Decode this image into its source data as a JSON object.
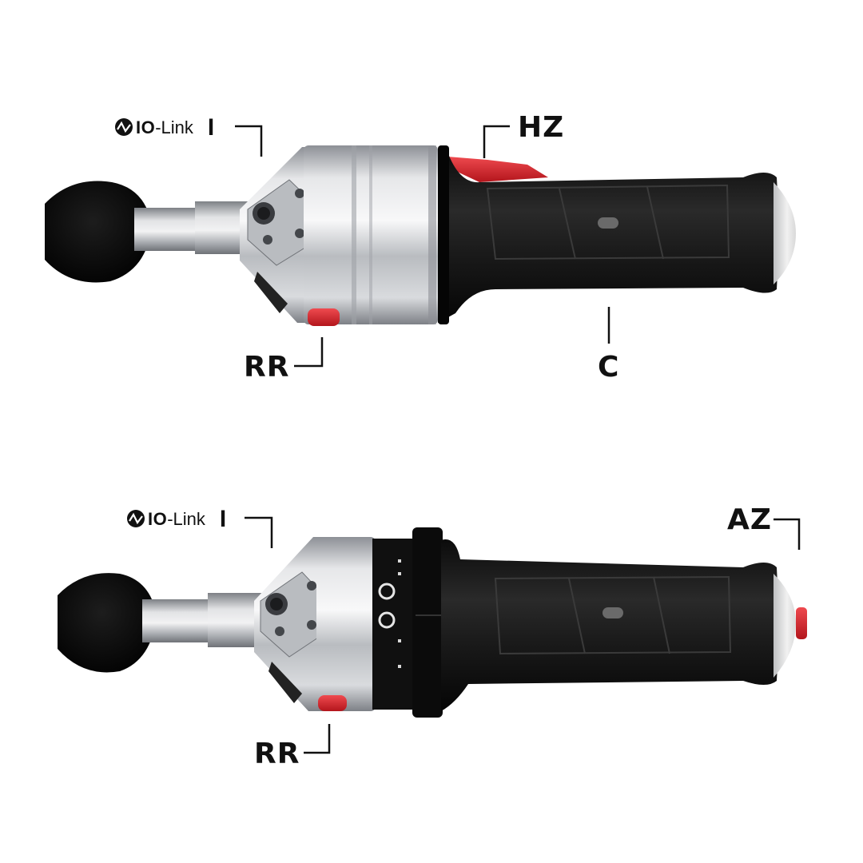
{
  "top_device": {
    "io_link": {
      "prefix": "IO",
      "suffix": "-Link",
      "tag": "I"
    },
    "callouts": {
      "hz": "HZ",
      "rr": "RR",
      "c": "C"
    }
  },
  "bottom_device": {
    "io_link": {
      "prefix": "IO",
      "suffix": "-Link",
      "tag": "I"
    },
    "callouts": {
      "az": "AZ",
      "rr": "RR"
    }
  },
  "colors": {
    "background": "#ffffff",
    "grip_black": "#141414",
    "metal_silver": "#c7c9cc",
    "accent_red": "#d8252c",
    "label_text": "#111111"
  },
  "icons": [
    "io-link-logo-icon",
    "knob-ball-icon",
    "connector-icon",
    "trigger-icon",
    "button-icon"
  ]
}
